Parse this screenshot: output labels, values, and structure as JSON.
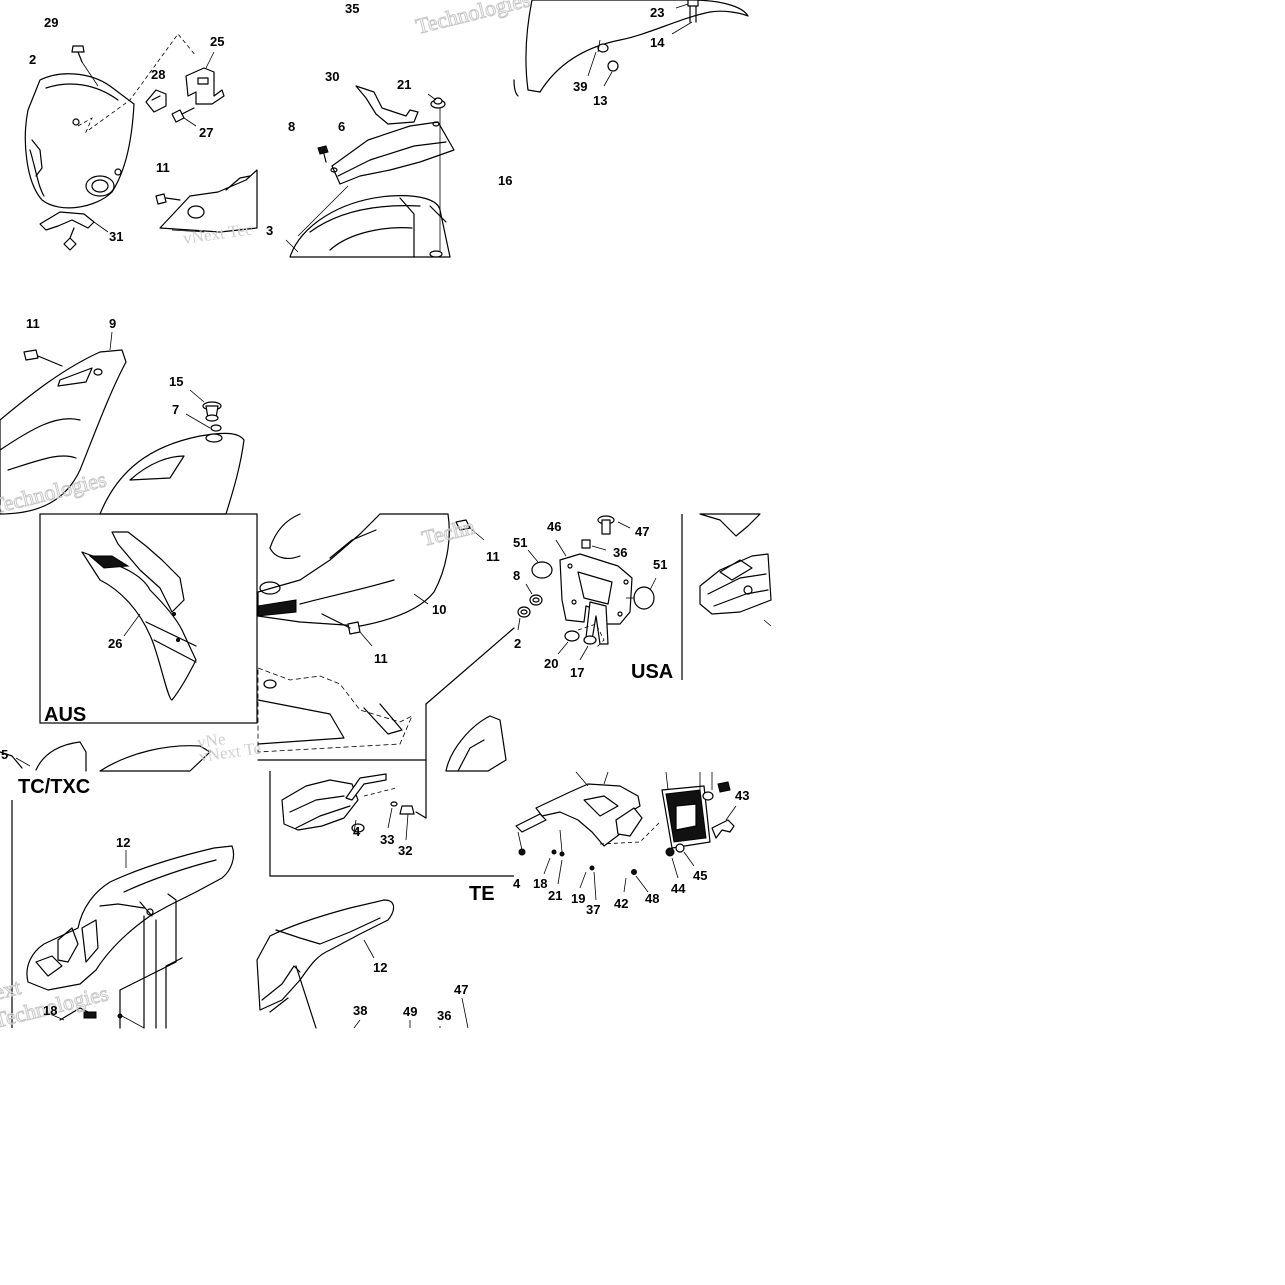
{
  "watermarks": [
    "Technologies",
    "vNext Tec",
    "vNe",
    "Techn",
    "vNext Te",
    "Technologies",
    "ext",
    "Technologies"
  ],
  "region_labels": [
    "AUS",
    "USA",
    "TC/TXC",
    "TE"
  ],
  "callouts": [
    {
      "id": "c35",
      "text": "35"
    },
    {
      "id": "c23",
      "text": "23"
    },
    {
      "id": "c14",
      "text": "14"
    },
    {
      "id": "c39",
      "text": "39"
    },
    {
      "id": "c13",
      "text": "13"
    },
    {
      "id": "c29",
      "text": "29"
    },
    {
      "id": "c25",
      "text": "25"
    },
    {
      "id": "c2a",
      "text": "2"
    },
    {
      "id": "c28",
      "text": "28"
    },
    {
      "id": "c27",
      "text": "27"
    },
    {
      "id": "c11a",
      "text": "11"
    },
    {
      "id": "c31",
      "text": "31"
    },
    {
      "id": "c30",
      "text": "30"
    },
    {
      "id": "c21a",
      "text": "21"
    },
    {
      "id": "c8a",
      "text": "8"
    },
    {
      "id": "c6",
      "text": "6"
    },
    {
      "id": "c3",
      "text": "3"
    },
    {
      "id": "c16",
      "text": "16"
    },
    {
      "id": "c11b",
      "text": "11"
    },
    {
      "id": "c9",
      "text": "9"
    },
    {
      "id": "c15",
      "text": "15"
    },
    {
      "id": "c7",
      "text": "7"
    },
    {
      "id": "c26",
      "text": "26"
    },
    {
      "id": "c11c",
      "text": "11"
    },
    {
      "id": "c10",
      "text": "10"
    },
    {
      "id": "c11d",
      "text": "11"
    },
    {
      "id": "c46",
      "text": "46"
    },
    {
      "id": "c47a",
      "text": "47"
    },
    {
      "id": "c51a",
      "text": "51"
    },
    {
      "id": "c36a",
      "text": "36"
    },
    {
      "id": "c8b",
      "text": "8"
    },
    {
      "id": "c51b",
      "text": "51"
    },
    {
      "id": "c2b",
      "text": "2"
    },
    {
      "id": "c20",
      "text": "20"
    },
    {
      "id": "c17",
      "text": "17"
    },
    {
      "id": "c5",
      "text": "5"
    },
    {
      "id": "c12a",
      "text": "12"
    },
    {
      "id": "c18a",
      "text": "18"
    },
    {
      "id": "c4a",
      "text": "4"
    },
    {
      "id": "c33",
      "text": "33"
    },
    {
      "id": "c32",
      "text": "32"
    },
    {
      "id": "c43",
      "text": "43"
    },
    {
      "id": "c45",
      "text": "45"
    },
    {
      "id": "c44",
      "text": "44"
    },
    {
      "id": "c48",
      "text": "48"
    },
    {
      "id": "c42",
      "text": "42"
    },
    {
      "id": "c37",
      "text": "37"
    },
    {
      "id": "c19",
      "text": "19"
    },
    {
      "id": "c21b",
      "text": "21"
    },
    {
      "id": "c18b",
      "text": "18"
    },
    {
      "id": "c4b",
      "text": "4"
    },
    {
      "id": "c12b",
      "text": "12"
    },
    {
      "id": "c47b",
      "text": "47"
    },
    {
      "id": "c38",
      "text": "38"
    },
    {
      "id": "c49",
      "text": "49"
    },
    {
      "id": "c36b",
      "text": "36"
    }
  ]
}
